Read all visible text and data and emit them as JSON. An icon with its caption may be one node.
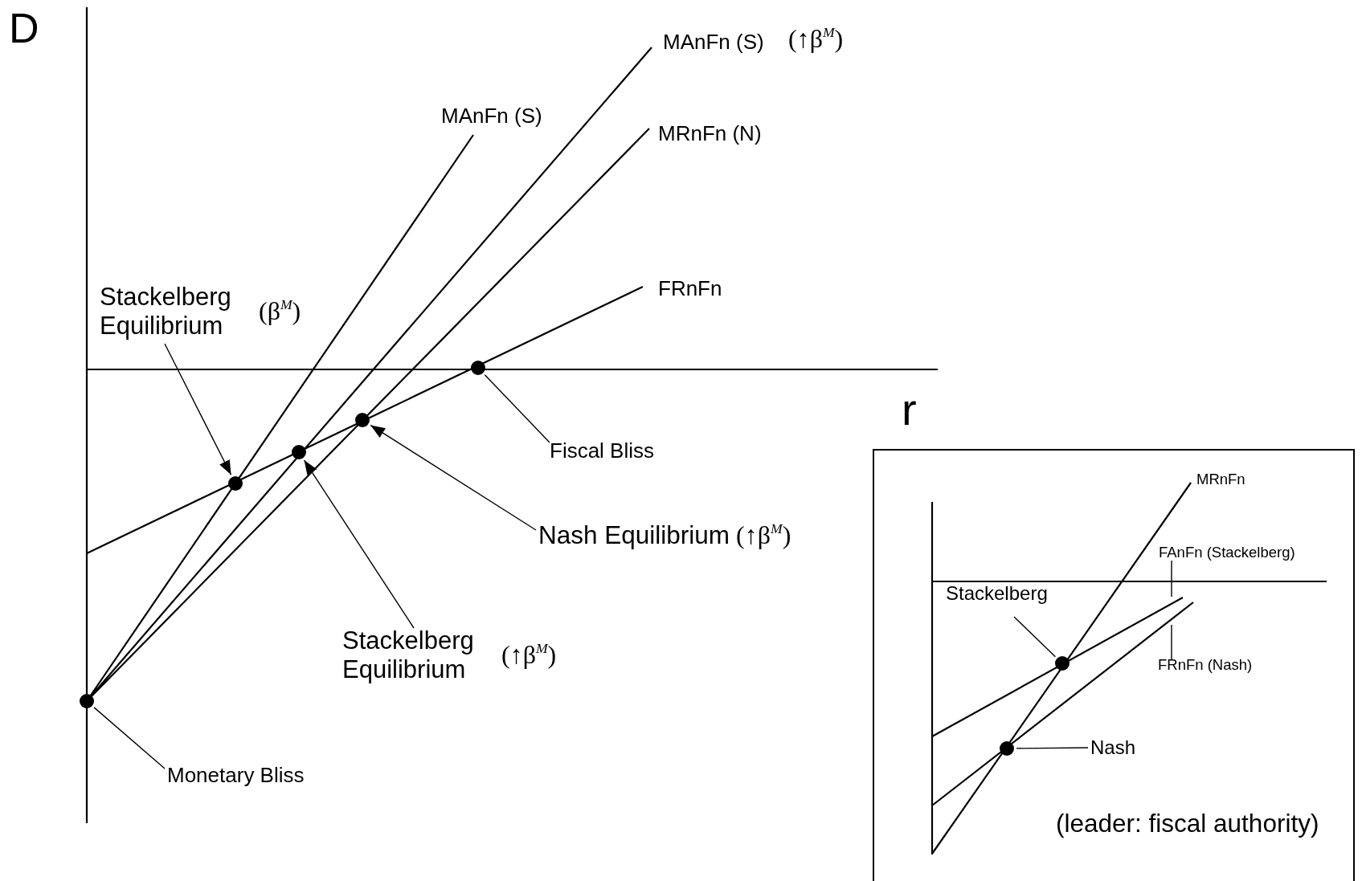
{
  "diagram": {
    "nodes": [
      {
        "text": [
          "Stackelberg Equilibrium",
          "(β$^{M}$)"
        ]
      },
      {
        "text": [],
        "shape": "circle"
      },
      {
        "text": [],
        "shape": "circle"
      },
      {
        "text": [],
        "shape": "circle"
      },
      {
        "text": [],
        "shape": "circle"
      },
      {
        "text": [],
        "shape": "circle"
      },
      {
        "text": [
          "Fiscal Bliss"
        ]
      },
      {
        "text": [
          "Nash Equilibrium",
          "(↑β$^{M}$)"
        ]
      },
      {
        "text": [
          "Stackelberg Equilibrium",
          "(↑β$^{M}$)"
        ]
      },
      {
        "text": [
          "Monetary Bliss"
        ]
      },
      {
        "text": [
          "(leader: fiscal authority)"
        ]
      },
      {
        "text": [
          "Stackelberg"
        ],
        "in": 10
      },
      {
        "text": [],
        "shape": "circle",
        "in": 10
      },
      {
        "text": [],
        "shape": "circle",
        "in": 10
      },
      {
        "text": [
          "Nash"
        ],
        "in": 10
      },
      {
        "text": [
          "FAnFn (Stackelberg)"
        ],
        "in": 10
      },
      {
        "text": [
          "FRnFn (Nash)"
        ],
        "in": 10
      }
    ],
    "edges": [
      {
        "from": 0,
        "to": 1,
        "arrow": "to"
      },
      {
        "from": 6,
        "to": 4,
        "arrow": "none"
      },
      {
        "from": 7,
        "to": 3,
        "arrow": "to"
      },
      {
        "from": 8,
        "to": 2,
        "arrow": "to"
      },
      {
        "from": 9,
        "to": 5,
        "arrow": "none"
      },
      {
        "from": 11,
        "to": 12,
        "arrow": "none"
      },
      {
        "from": 14,
        "to": 13,
        "arrow": "none"
      },
      {
        "from": 15,
        "to": null,
        "arrow": "none"
      },
      {
        "from": 16,
        "to": null,
        "arrow": "none"
      }
    ],
    "labels": [
      "D",
      "MAnFn (S)",
      "(↑β$^{M}$)",
      "MAnFn (S)",
      "MRnFn (N)",
      "FRnFn",
      "r",
      "MRnFn"
    ]
  }
}
